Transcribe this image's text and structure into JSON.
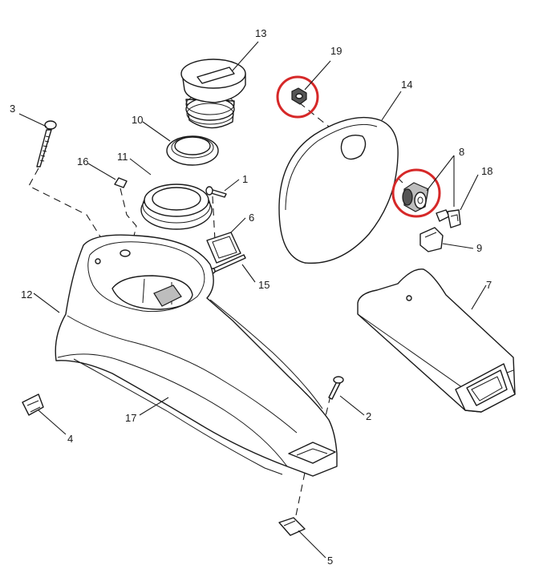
{
  "diagram": {
    "highlight_color": "#d62828",
    "callouts": [
      {
        "id": "c1",
        "label": "1"
      },
      {
        "id": "c2",
        "label": "2"
      },
      {
        "id": "c3",
        "label": "3"
      },
      {
        "id": "c4",
        "label": "4"
      },
      {
        "id": "c5",
        "label": "5"
      },
      {
        "id": "c6",
        "label": "6"
      },
      {
        "id": "c7",
        "label": "7"
      },
      {
        "id": "c8",
        "label": "8"
      },
      {
        "id": "c9",
        "label": "9"
      },
      {
        "id": "c10",
        "label": "10"
      },
      {
        "id": "c11",
        "label": "11"
      },
      {
        "id": "c12",
        "label": "12"
      },
      {
        "id": "c13",
        "label": "13"
      },
      {
        "id": "c14",
        "label": "14"
      },
      {
        "id": "c15",
        "label": "15"
      },
      {
        "id": "c16",
        "label": "16"
      },
      {
        "id": "c17",
        "label": "17"
      },
      {
        "id": "c18",
        "label": "18"
      },
      {
        "id": "c19",
        "label": "19"
      }
    ]
  }
}
